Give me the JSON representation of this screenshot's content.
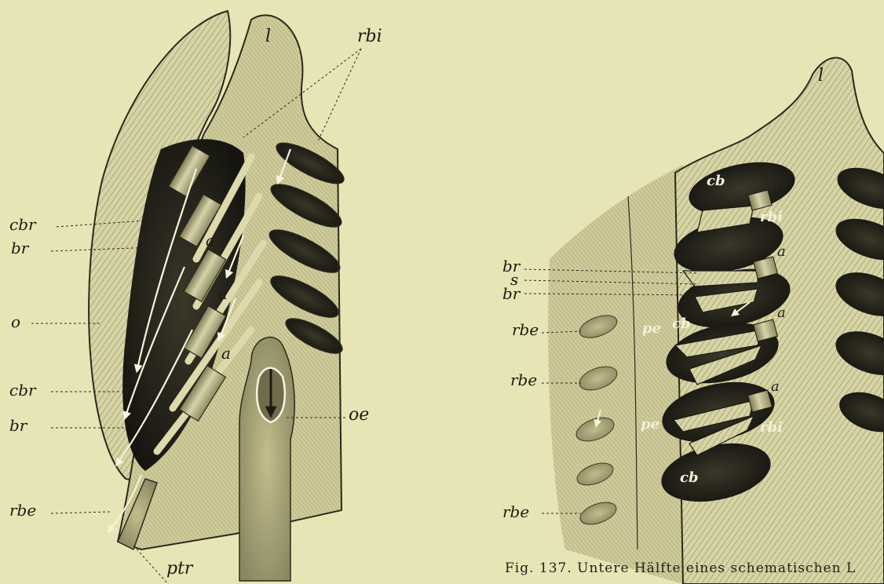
{
  "figure_left": {
    "labels": {
      "l": "l",
      "rbi": "rbi",
      "cbr_top": "cbr",
      "br_top": "br",
      "o": "o",
      "cbr_bottom": "cbr",
      "br_bottom": "br",
      "rbe": "rbe",
      "ptr": "ptr",
      "oe": "oe",
      "a": "a"
    }
  },
  "figure_right": {
    "labels": {
      "l": "l",
      "br": "br",
      "s": "s",
      "rbe": "rbe",
      "cb": "cb",
      "a": "a",
      "rbi": "rbi",
      "pe": "pe"
    }
  },
  "caption": "Fig. 137. Untere Hälfte eines schematischen L"
}
